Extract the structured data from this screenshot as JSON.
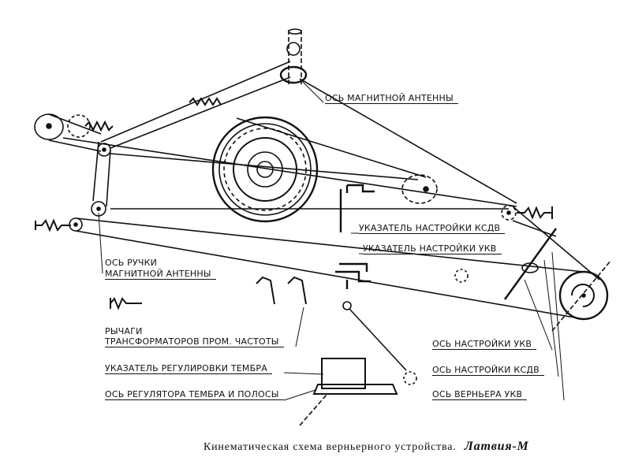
{
  "labels": {
    "magnetic_antenna_axis": "ОСЬ МАГНИТНОЙ АНТЕННЫ",
    "ksdv_tuning_pointer": "УКАЗАТЕЛЬ НАСТРОЙКИ КСДВ",
    "ukv_tuning_pointer": "УКАЗАТЕЛЬ НАСТРОЙКИ УКВ",
    "antenna_knob_axis_line1": "ОСЬ РУЧКИ",
    "antenna_knob_axis_line2": "МАГНИТНОЙ АНТЕННЫ",
    "if_levers_line1": "РЫЧАГИ",
    "if_levers_line2": "ТРАНСФОРМАТОРОВ ПРОМ. ЧАСТОТЫ",
    "tone_pointer": "УКАЗАТЕЛЬ РЕГУЛИРОВКИ ТЕМБРА",
    "tone_band_axis": "ОСЬ РЕГУЛЯТОРА ТЕМБРА И ПОЛОСЫ",
    "ukv_tuning_axis": "ОСЬ НАСТРОЙКИ УКВ",
    "ksdv_tuning_axis": "ОСЬ НАСТРОЙКИ КСДВ",
    "ukv_vernier_axis": "ОСЬ ВЕРНЬЕРА УКВ"
  },
  "caption": {
    "text": "Кинематическая схема верньерного устройства.",
    "model": "Латвия-М"
  }
}
